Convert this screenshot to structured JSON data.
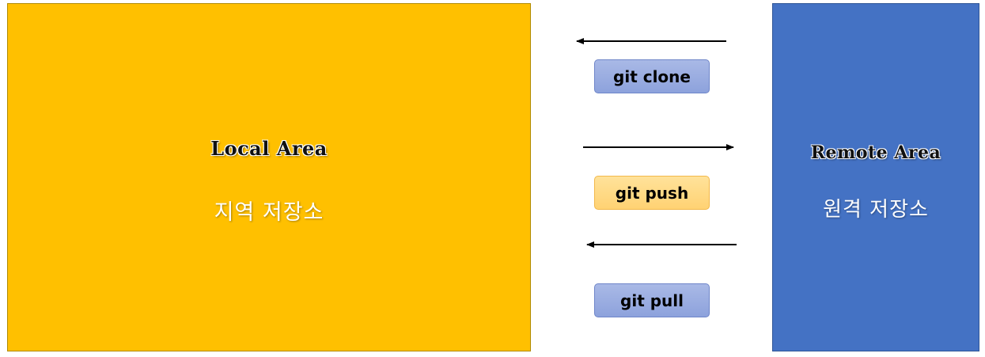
{
  "local_area": {
    "title": "Local Area",
    "subtitle": "지역 저장소",
    "color": "#FFC000"
  },
  "remote_area": {
    "title": "Remote Area",
    "subtitle": "원격 저장소",
    "color": "#4472C4"
  },
  "commands": [
    {
      "label": "git clone",
      "direction": "remote-to-local",
      "color": "#8FA4DD"
    },
    {
      "label": "git push",
      "direction": "local-to-remote",
      "color": "#FFD97A"
    },
    {
      "label": "git pull",
      "direction": "remote-to-local",
      "color": "#8FA4DD"
    }
  ]
}
